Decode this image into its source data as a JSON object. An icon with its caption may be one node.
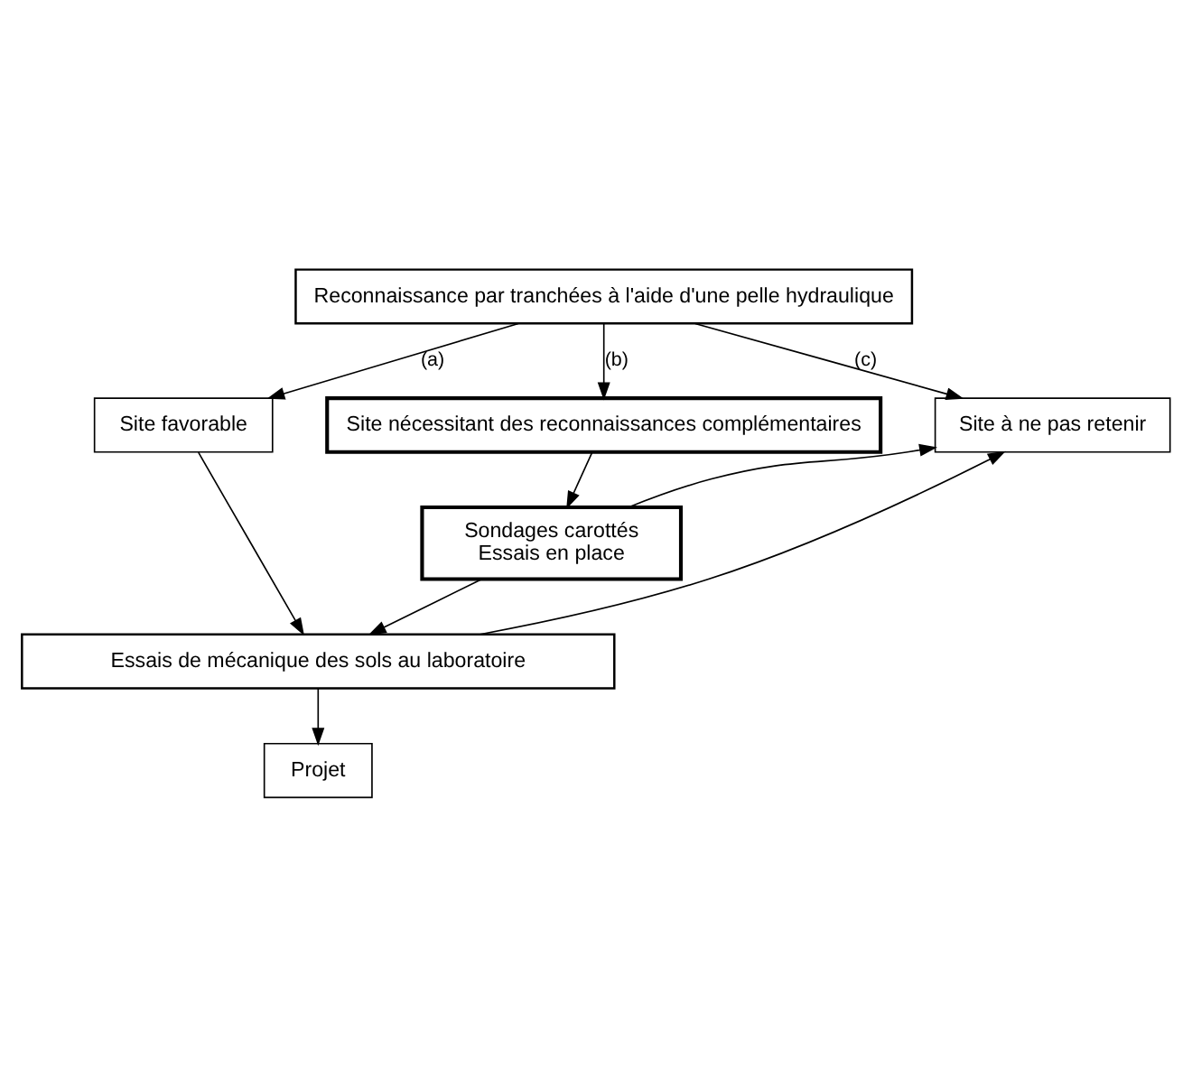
{
  "diagram": {
    "nodes": [
      {
        "text": [
          "Reconnaissance par tranchées à l'aide d'une pelle hydraulique"
        ]
      },
      {
        "text": [
          "Site favorable"
        ]
      },
      {
        "text": [
          "Site nécessitant des reconnaissances complémentaires"
        ]
      },
      {
        "text": [
          "Site à ne pas retenir"
        ]
      },
      {
        "text": [
          "Sondages carottés",
          "Essais en place"
        ]
      },
      {
        "text": [
          "Essais de mécanique des sols au laboratoire"
        ]
      },
      {
        "text": [
          "Projet"
        ]
      }
    ],
    "edges": [
      {
        "from": 0,
        "to": 1,
        "arrow": "to",
        "label": "(a)"
      },
      {
        "from": 0,
        "to": 2,
        "arrow": "to",
        "label": "(b)"
      },
      {
        "from": 0,
        "to": 3,
        "arrow": "to",
        "label": "(c)"
      },
      {
        "from": 2,
        "to": 4,
        "arrow": "to"
      },
      {
        "from": 4,
        "to": 3,
        "arrow": "to"
      },
      {
        "from": 1,
        "to": 5,
        "arrow": "to"
      },
      {
        "from": 4,
        "to": 5,
        "arrow": "to"
      },
      {
        "from": 5,
        "to": 3,
        "arrow": "to"
      },
      {
        "from": 5,
        "to": 6,
        "arrow": "to"
      }
    ]
  }
}
